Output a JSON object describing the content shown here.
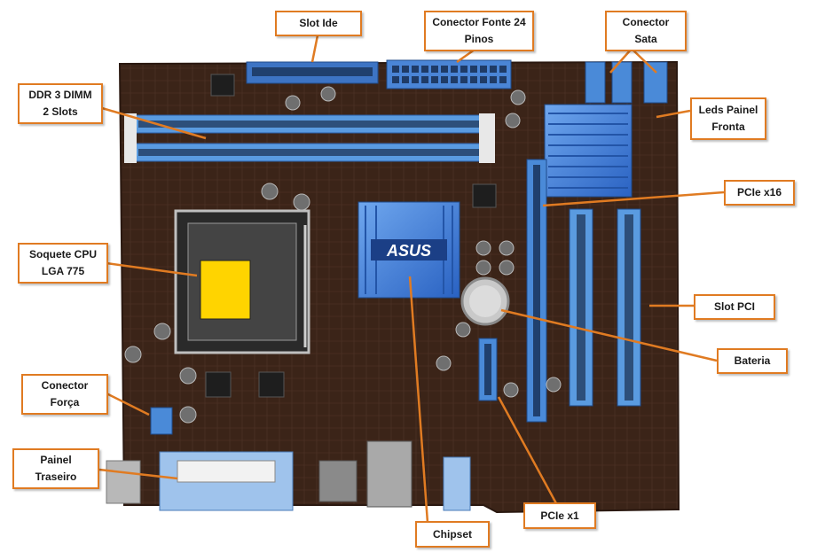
{
  "image": {
    "subject": "motherboard",
    "brand_logo_text": "ASUS",
    "accent_color": "#e07b22",
    "board_color": "#3a2418",
    "slot_color": "#3d86d8"
  },
  "labels": {
    "slot_ide": [
      "Slot Ide"
    ],
    "conector_fonte": [
      "Conector Fonte 24",
      "Pinos"
    ],
    "conector_sata": [
      "Conector",
      "Sata"
    ],
    "ddr3": [
      "DDR 3 DIMM",
      "2 Slots"
    ],
    "leds_painel": [
      "Leds Painel",
      "Fronta"
    ],
    "pcie_x16": [
      "PCIe x16"
    ],
    "soquete_cpu": [
      "Soquete CPU",
      "LGA 775"
    ],
    "slot_pci": [
      "Slot PCI"
    ],
    "bateria": [
      "Bateria"
    ],
    "conector_forca": [
      "Conector",
      "Força"
    ],
    "painel_traseiro": [
      "Painel",
      "Traseiro"
    ],
    "pcie_x1": [
      "PCIe x1"
    ],
    "chipset": [
      "Chipset"
    ]
  }
}
